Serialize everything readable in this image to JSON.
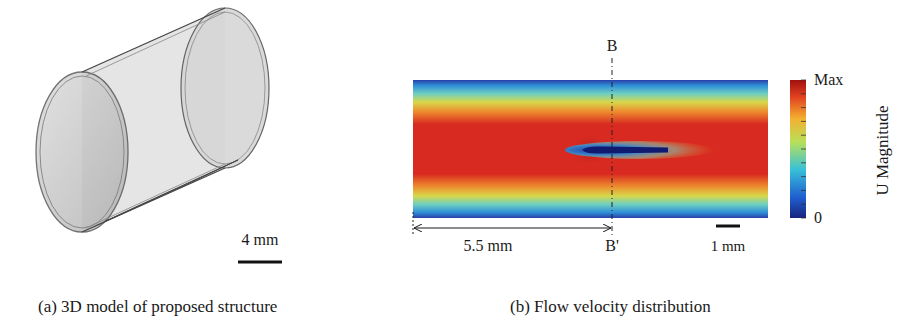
{
  "diagram": {
    "labels": [
      "4 mm",
      "(a) 3D model of proposed structure",
      "B",
      "5.5 mm",
      "B'",
      "1 mm",
      "Max",
      "U Magnitude",
      "0",
      "(b) Flow velocity distribution"
    ]
  }
}
